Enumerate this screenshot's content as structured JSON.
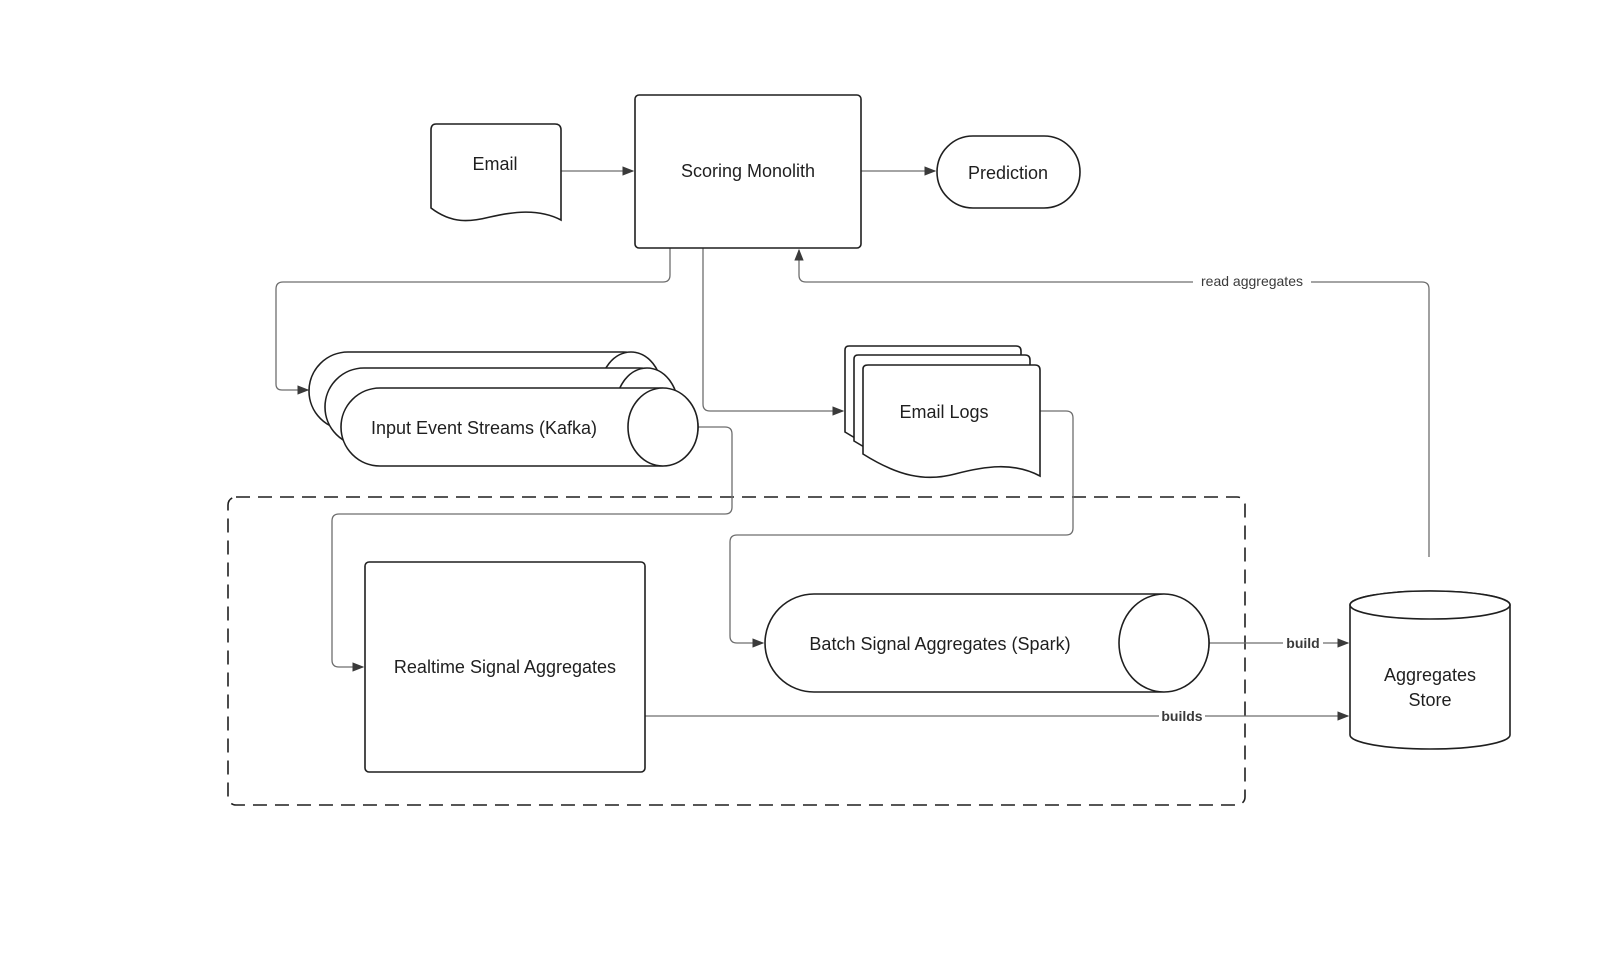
{
  "nodes": {
    "email": "Email",
    "scoring_monolith": "Scoring Monolith",
    "prediction": "Prediction",
    "input_event_streams": "Input Event Streams (Kafka)",
    "email_logs": "Email Logs",
    "realtime_signal_aggregates": "Realtime Signal Aggregates",
    "batch_signal_aggregates": "Batch Signal Aggregates (Spark)",
    "aggregates_store_line1": "Aggregates",
    "aggregates_store_line2": "Store"
  },
  "edges": {
    "read_aggregates": "read aggregates",
    "build": "build",
    "builds": "builds"
  },
  "colors": {
    "stroke": "#1f1f1f",
    "edge": "#6e6e6e",
    "background": "#ffffff"
  }
}
